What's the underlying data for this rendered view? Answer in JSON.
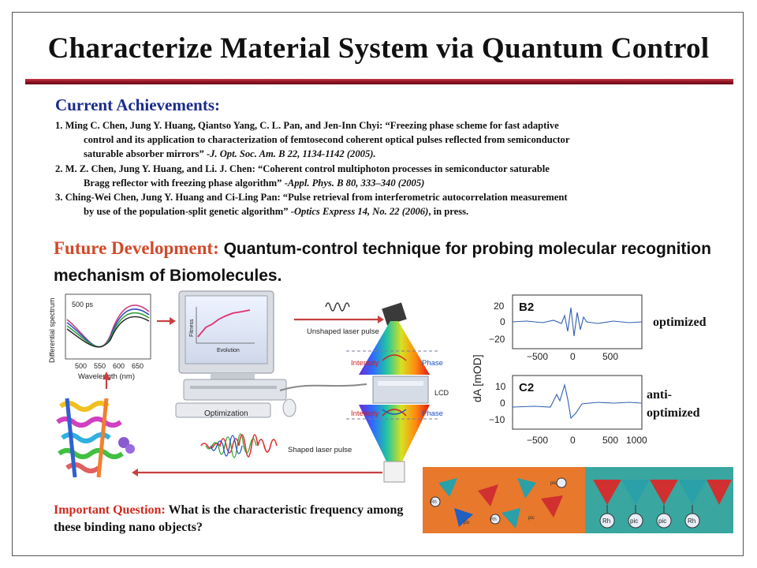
{
  "title": "Characterize Material System via Quantum Control",
  "achievements": {
    "heading": "Current Achievements:",
    "refs": [
      {
        "lead": "1. Ming C. Chen, Jung Y. Huang, Qiantso Yang, C. L. Pan, and Jen-Inn Chyi: “Freezing phase scheme for fast adaptive",
        "mid": "control and its application to characterization  of femtosecond coherent optical pulses reflected from semiconductor",
        "end": "saturable absorber mirrors” -",
        "journal": "J. Opt. Soc. Am. B 22, 1134-1142 (2005)."
      },
      {
        "lead": "2. M. Z. Chen, Jung Y. Huang, and Li. J. Chen: “Coherent control multiphoton processes in semiconductor saturable",
        "mid": "",
        "end": "Bragg reflector with freezing phase algorithm”  -",
        "journal": "Appl. Phys. B 80, 333–340 (2005)"
      },
      {
        "lead": "3. Ching-Wei Chen, Jung Y. Huang and Ci-Ling Pan: “Pulse retrieval from interferometric autocorrelation measurement",
        "mid": "",
        "end": "by use of the population-split genetic algorithm”  -",
        "journal": "Optics Express 14, No. 22 (2006)",
        "tail": ", in press."
      }
    ]
  },
  "future": {
    "label": "Future Development:",
    "text": " Quantum-control technique for probing molecular recognition mechanism of Biomolecules."
  },
  "diagram": {
    "time_label": "500 ps",
    "ylabel": "Differential spectrum",
    "xlabel": "Wavelength (nm)",
    "xticks": [
      "500",
      "550",
      "600",
      "650"
    ],
    "fitness_label": "Fitness",
    "evolution_label": "Evolution",
    "optimization_label": "Optimization",
    "unshaped_label": "Unshaped laser pulse",
    "shaped_label": "Shaped laser pulse",
    "lcd_label": "LCD",
    "intensity_label": "Intensity",
    "phase_label": "Phase"
  },
  "plots": {
    "ylabel": "dA [mOD]",
    "top": {
      "name": "B2",
      "yticks": [
        "20",
        "0",
        "−20"
      ],
      "xticks": [
        "−500",
        "0",
        "500"
      ]
    },
    "bottom": {
      "name": "C2",
      "yticks": [
        "10",
        "0",
        "−10"
      ],
      "xticks": [
        "−500",
        "0",
        "500",
        "1000"
      ]
    },
    "optimized_label": "optimized",
    "anti_label_1": "anti-",
    "anti_label_2": "optimized"
  },
  "nano": {
    "labels": [
      "Rh",
      "pic",
      "Rh",
      "pic"
    ],
    "left_labels": [
      "pic",
      "Rh",
      "pic",
      "Rh",
      "pic"
    ]
  },
  "question": {
    "label": "Important Question:",
    "text": " What is the characteristic frequency among these binding nano objects?"
  },
  "colors": {
    "title_rule": "#8a1020",
    "heading_blue": "#1b2c8c",
    "future_orange": "#d14a2a",
    "question_red": "#d12a1e",
    "orange_panel": "#e8782c",
    "teal_panel": "#3aa6a0"
  }
}
